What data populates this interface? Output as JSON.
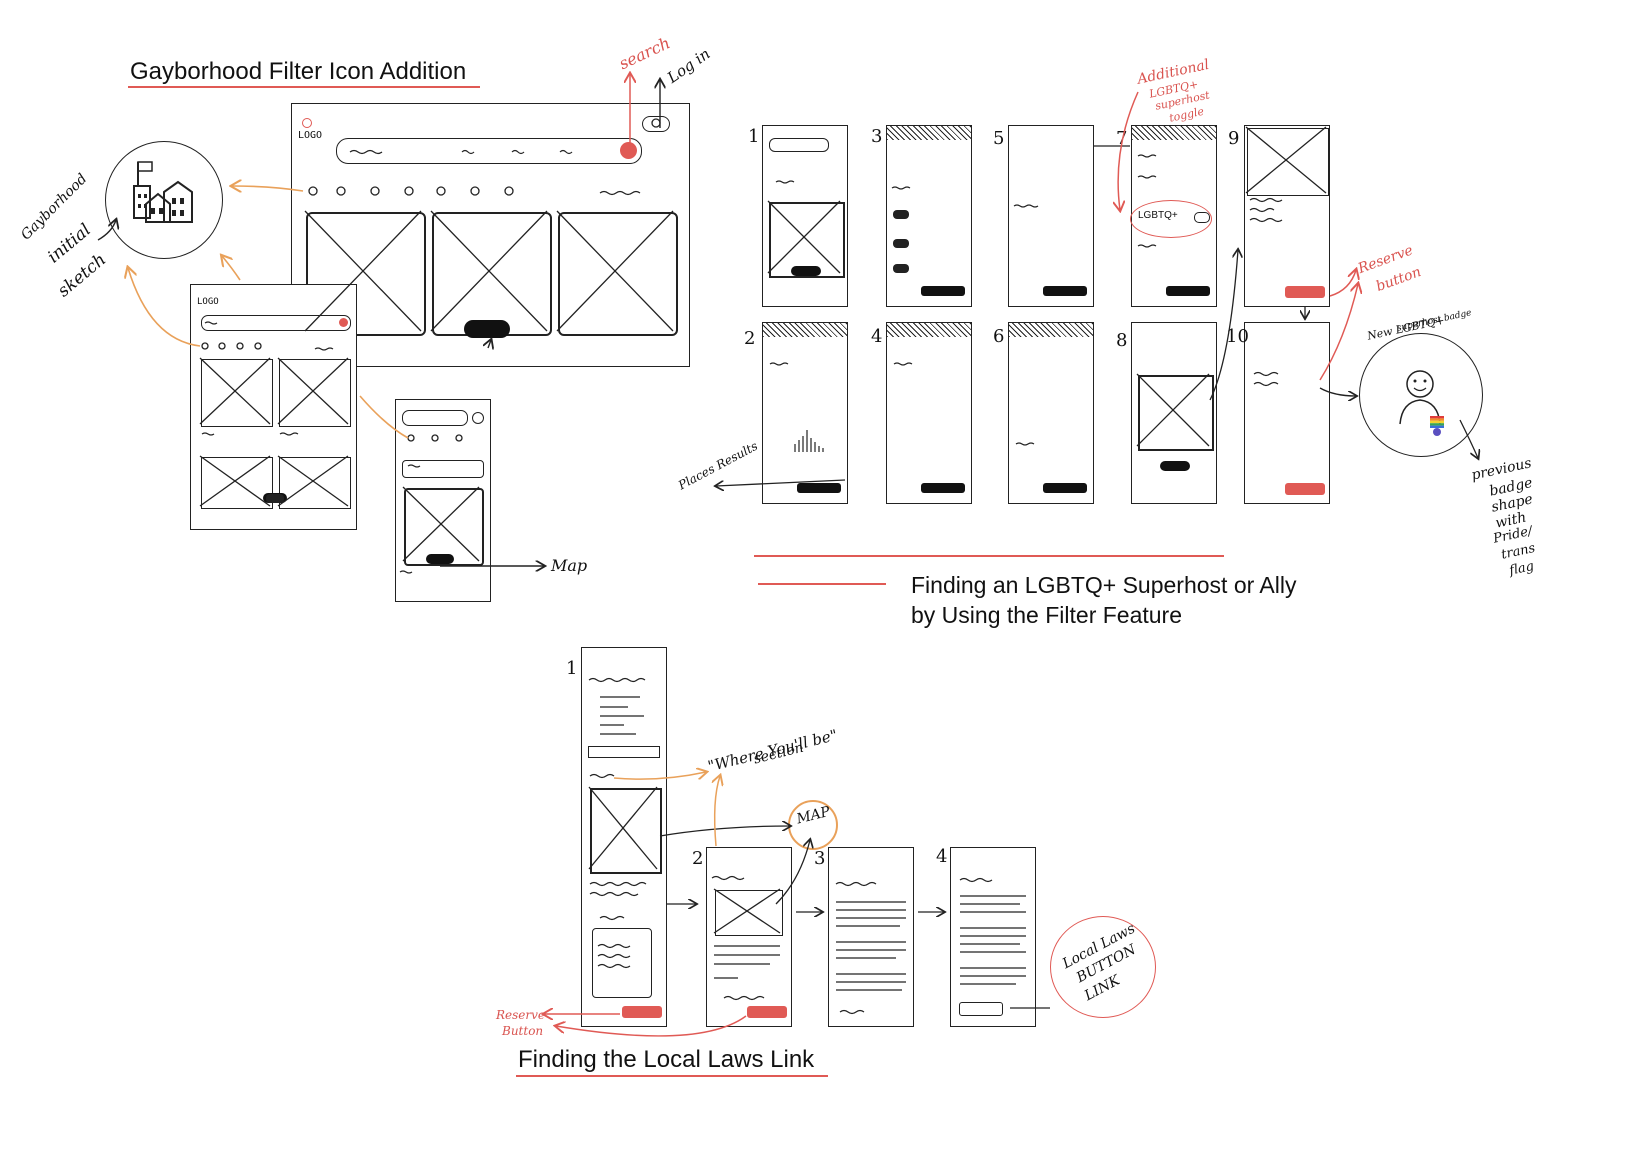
{
  "titles": {
    "section1": "Gayborhood Filter Icon Addition",
    "section2_line1": "Finding an LGBTQ+ Superhost or Ally",
    "section2_line2": "by Using the Filter Feature",
    "section3": "Finding the Local Laws Link"
  },
  "annotations": {
    "search": "search",
    "login": "Log in",
    "gayborhood_sketch_1": "Gayborhood",
    "gayborhood_sketch_2": "initial",
    "gayborhood_sketch_3": "sketch",
    "map": "Map",
    "logo": "LOGO",
    "additional_1": "Additional",
    "additional_2": "LGBTQ+",
    "additional_3": "superhost",
    "additional_4": "toggle",
    "lgbtq_toggle": "LGBTQ+",
    "reserve_button_1": "Reserve",
    "reserve_button_2": "button",
    "new_badge_1": "New LGBTQ+",
    "new_badge_2": "superhost badge",
    "places_results": "Places Results",
    "previous_1": "previous",
    "previous_2": "badge",
    "previous_3": "shape",
    "previous_4": "with",
    "previous_5": "Pride/",
    "previous_6": "trans",
    "previous_7": "flag",
    "where_youll_be_1": "\"Where You'll be\"",
    "where_youll_be_2": "section",
    "map_circle": "MAP",
    "reserve_small_1": "Reserve",
    "reserve_small_2": "Button",
    "local_laws_1": "Local Laws",
    "local_laws_2": "BUTTON",
    "local_laws_3": "LINK"
  },
  "step_numbers": {
    "filter": [
      "1",
      "2",
      "3",
      "4",
      "5",
      "6",
      "7",
      "8",
      "9",
      "10"
    ],
    "laws": [
      "1",
      "2",
      "3",
      "4"
    ]
  },
  "colors": {
    "accent_red": "#e05a55",
    "accent_orange": "#e9a15a",
    "ink": "#222222"
  }
}
